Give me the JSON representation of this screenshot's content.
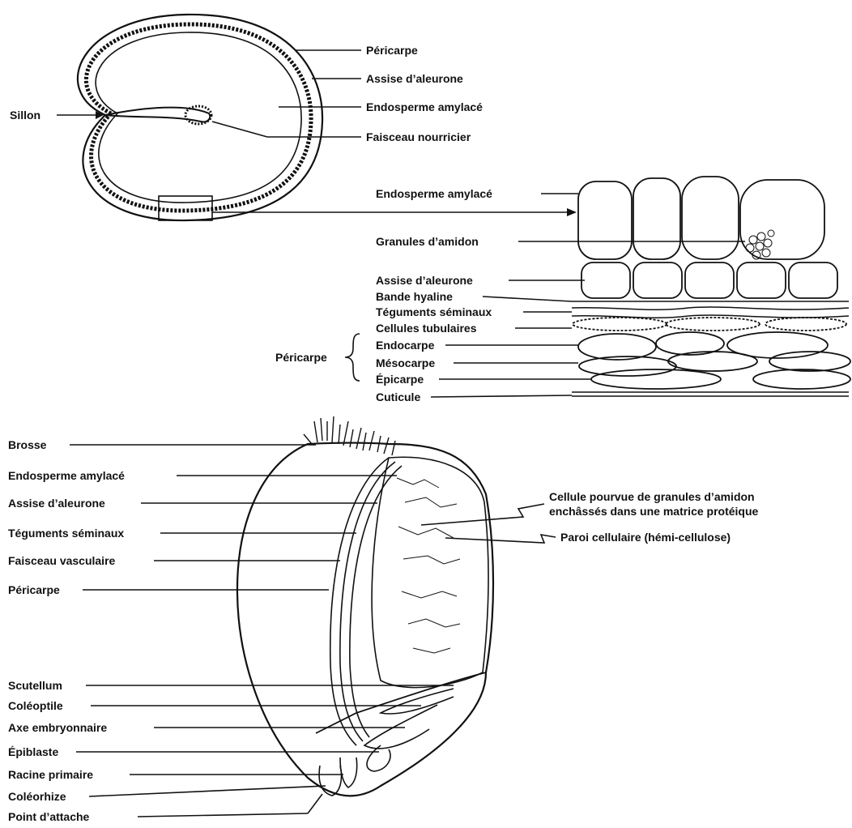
{
  "cross_section": {
    "labels": {
      "sillon": "Sillon",
      "pericarpe": "Péricarpe",
      "assise_aleurone": "Assise d’aleurone",
      "endosperme": "Endosperme amylacé",
      "faisceau_nourricier": "Faisceau nourricier"
    }
  },
  "detail": {
    "labels": {
      "endosperme": "Endosperme amylacé",
      "granules_amidon": "Granules d’amidon",
      "assise_aleurone": "Assise d’aleurone",
      "bande_hyaline": "Bande hyaline",
      "teguments": "Téguments séminaux",
      "cellules_tubulaires": "Cellules tubulaires",
      "endocarpe": "Endocarpe",
      "mesocarpe": "Mésocarpe",
      "epicarpe": "Épicarpe",
      "cuticule": "Cuticule",
      "pericarpe_group": "Péricarpe"
    }
  },
  "longitudinal": {
    "labels": {
      "brosse": "Brosse",
      "endosperme": "Endosperme amylacé",
      "assise_aleurone": "Assise d’aleurone",
      "teguments": "Téguments séminaux",
      "faisceau_vasculaire": "Faisceau vasculaire",
      "pericarpe": "Péricarpe",
      "scutellum": "Scutellum",
      "coleoptile": "Coléoptile",
      "axe_embryonnaire": "Axe embryonnaire",
      "epiblaste": "Épiblaste",
      "racine_primaire": "Racine primaire",
      "coleorhize": "Coléorhize",
      "point_attache": "Point d’attache",
      "cellule_line1": "Cellule pourvue de granules d’amidon",
      "cellule_line2": "enchâssés dans une matrice protéique",
      "paroi": "Paroi cellulaire (hémi-cellulose)"
    }
  }
}
